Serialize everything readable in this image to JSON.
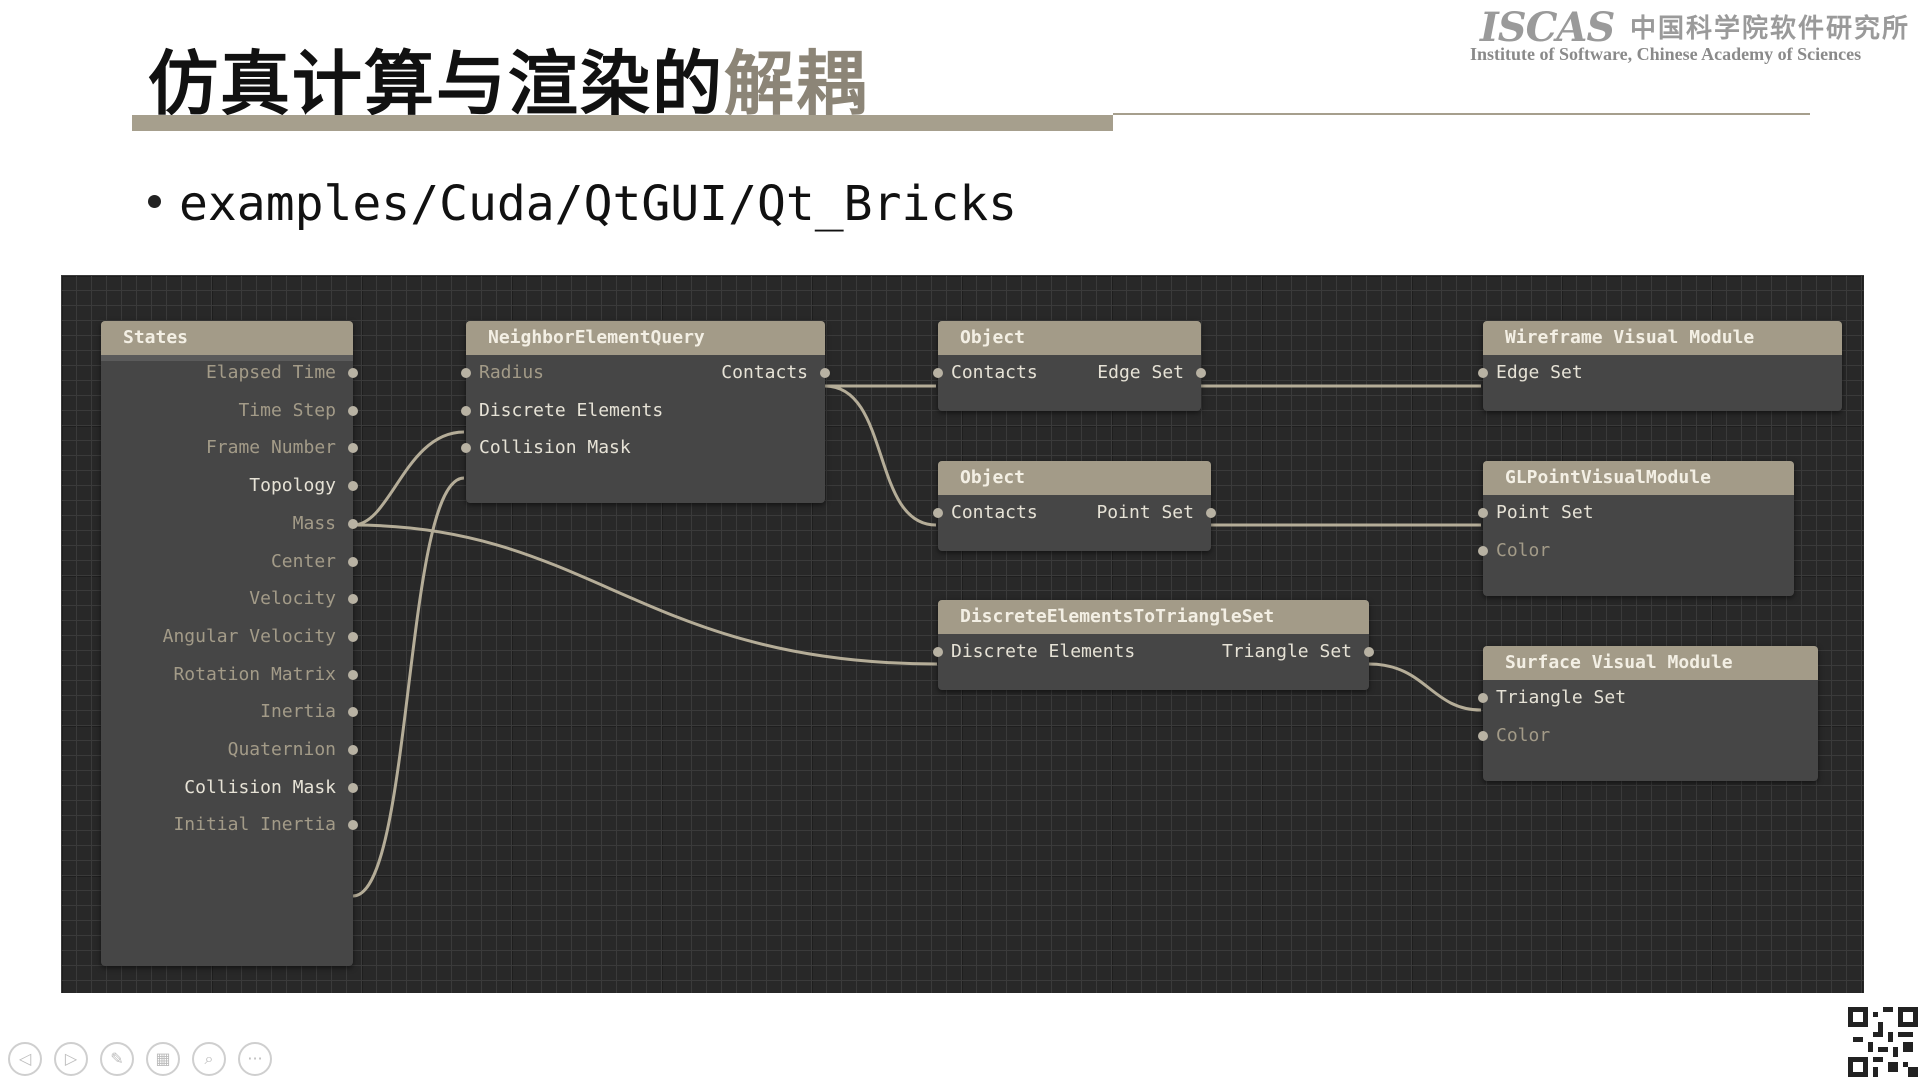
{
  "slide": {
    "title_main": "仿真计算与渲染的",
    "title_highlight": "解耦",
    "bullet": "examples/Cuda/QtGUI/Qt_Bricks"
  },
  "logo": {
    "mark": "ISCAS",
    "name_cn": "中国科学院软件研究所",
    "name_en": "Institute of Software, Chinese Academy of Sciences"
  },
  "colors": {
    "canvas_bg": "#282828",
    "node_body": "#464646",
    "node_header": "#a39b88",
    "wire": "#b5ad98",
    "port_lit_text": "#e6e2d6",
    "port_dim_text": "#a39b88"
  },
  "graph": {
    "states": {
      "title": "States",
      "outputs": [
        {
          "label": "Elapsed Time",
          "active": false
        },
        {
          "label": "Time Step",
          "active": false
        },
        {
          "label": "Frame Number",
          "active": false
        },
        {
          "label": "Topology",
          "active": true
        },
        {
          "label": "Mass",
          "active": false
        },
        {
          "label": "Center",
          "active": false
        },
        {
          "label": "Velocity",
          "active": false
        },
        {
          "label": "Angular Velocity",
          "active": false
        },
        {
          "label": "Rotation Matrix",
          "active": false
        },
        {
          "label": "Inertia",
          "active": false
        },
        {
          "label": "Quaternion",
          "active": false
        },
        {
          "label": "Collision Mask",
          "active": true
        },
        {
          "label": "Initial Inertia",
          "active": false
        }
      ]
    },
    "neighbor_query": {
      "title": "NeighborElementQuery",
      "inputs": [
        {
          "label": "Radius",
          "active": false
        },
        {
          "label": "Discrete Elements",
          "active": true
        },
        {
          "label": "Collision Mask",
          "active": true
        }
      ],
      "outputs": [
        {
          "label": "Contacts",
          "active": true
        }
      ]
    },
    "object_1": {
      "title": "Object",
      "inputs": [
        {
          "label": "Contacts",
          "active": true
        }
      ],
      "outputs": [
        {
          "label": "Edge Set",
          "active": true
        }
      ]
    },
    "object_2": {
      "title": "Object",
      "inputs": [
        {
          "label": "Contacts",
          "active": true
        }
      ],
      "outputs": [
        {
          "label": "Point Set",
          "active": true
        }
      ]
    },
    "de_to_triangle": {
      "title": "DiscreteElementsToTriangleSet",
      "inputs": [
        {
          "label": "Discrete Elements",
          "active": true
        }
      ],
      "outputs": [
        {
          "label": "Triangle Set",
          "active": true
        }
      ]
    },
    "wireframe_module": {
      "title": "Wireframe Visual Module",
      "inputs": [
        {
          "label": "Edge Set",
          "active": true
        }
      ]
    },
    "glpoint_module": {
      "title": "GLPointVisualModule",
      "inputs": [
        {
          "label": "Point Set",
          "active": true
        },
        {
          "label": "Color",
          "active": false
        }
      ]
    },
    "surface_module": {
      "title": "Surface Visual Module",
      "inputs": [
        {
          "label": "Triangle Set",
          "active": true
        },
        {
          "label": "Color",
          "active": false
        }
      ]
    },
    "connections": [
      {
        "from": "states.Topology",
        "to": "neighbor_query.Discrete Elements"
      },
      {
        "from": "states.Topology",
        "to": "de_to_triangle.Discrete Elements"
      },
      {
        "from": "states.Collision Mask",
        "to": "neighbor_query.Collision Mask"
      },
      {
        "from": "neighbor_query.Contacts",
        "to": "object_1.Contacts"
      },
      {
        "from": "neighbor_query.Contacts",
        "to": "object_2.Contacts"
      },
      {
        "from": "object_1.Edge Set",
        "to": "wireframe_module.Edge Set"
      },
      {
        "from": "object_2.Point Set",
        "to": "glpoint_module.Point Set"
      },
      {
        "from": "de_to_triangle.Triangle Set",
        "to": "surface_module.Triangle Set"
      }
    ]
  },
  "toolbar": {
    "buttons": [
      {
        "name": "prev",
        "icon": "arrow-left-icon"
      },
      {
        "name": "next",
        "icon": "arrow-right-icon"
      },
      {
        "name": "pen",
        "icon": "pen-icon"
      },
      {
        "name": "slides",
        "icon": "slides-grid-icon"
      },
      {
        "name": "zoom",
        "icon": "magnifier-icon"
      },
      {
        "name": "more",
        "icon": "more-dots-icon"
      }
    ]
  }
}
